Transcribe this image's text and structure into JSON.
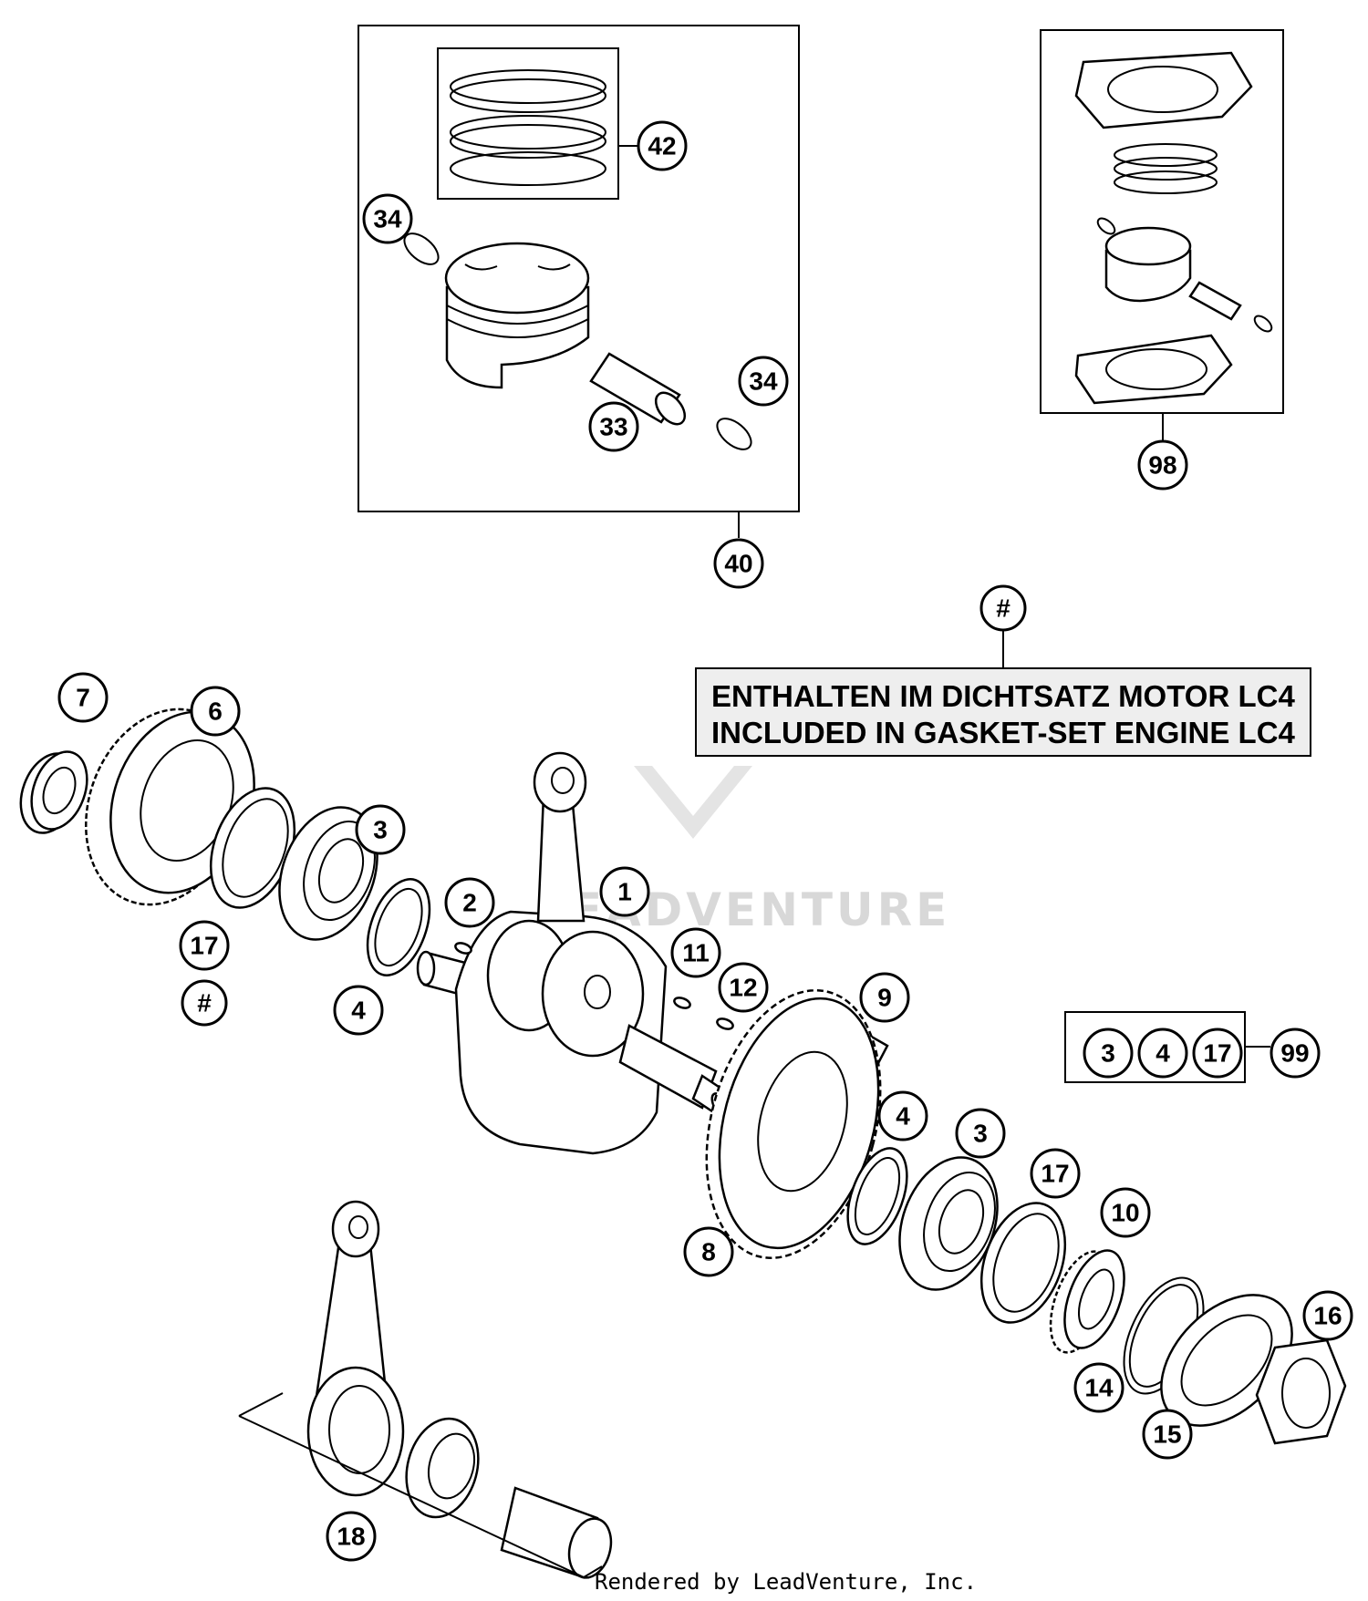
{
  "note": {
    "line1": "ENTHALTEN IM DICHTSATZ MOTOR LC4",
    "line2": "INCLUDED IN GASKET-SET ENGINE LC4"
  },
  "watermark": "LEADVENTURE",
  "footer": "Rendered by LeadVenture, Inc.",
  "callouts": {
    "c1": "1",
    "c2": "2",
    "c3a": "3",
    "c3b": "3",
    "c4a": "4",
    "c4b": "4",
    "c6": "6",
    "c7": "7",
    "c8": "8",
    "c9": "9",
    "c10": "10",
    "c11": "11",
    "c12": "12",
    "c14": "14",
    "c15": "15",
    "c16": "16",
    "c17a": "17",
    "c17b": "17",
    "c18": "18",
    "c33": "33",
    "c34a": "34",
    "c34b": "34",
    "c40": "40",
    "c42": "42",
    "c98": "98",
    "c99": "99",
    "hashA": "#",
    "hashB": "#"
  },
  "kit99": {
    "a": "3",
    "b": "4",
    "c": "17"
  }
}
